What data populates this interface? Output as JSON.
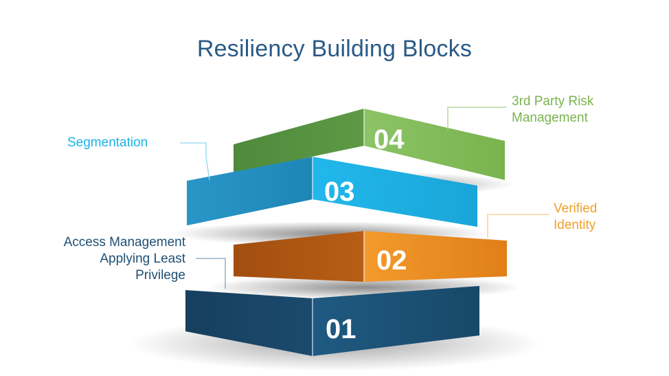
{
  "title": "Resiliency Building Blocks",
  "blocks": [
    {
      "number": "01",
      "label_lines": [
        "Access Management",
        "Applying Least",
        "Privilege"
      ],
      "color": "#1d4f73"
    },
    {
      "number": "02",
      "label_lines": [
        "Verified",
        "Identity"
      ],
      "color": "#e8891e"
    },
    {
      "number": "03",
      "label_lines": [
        "Segmentation"
      ],
      "color": "#20a8d8"
    },
    {
      "number": "04",
      "label_lines": [
        "3rd Party Risk",
        "Management"
      ],
      "color": "#79b34e"
    }
  ]
}
